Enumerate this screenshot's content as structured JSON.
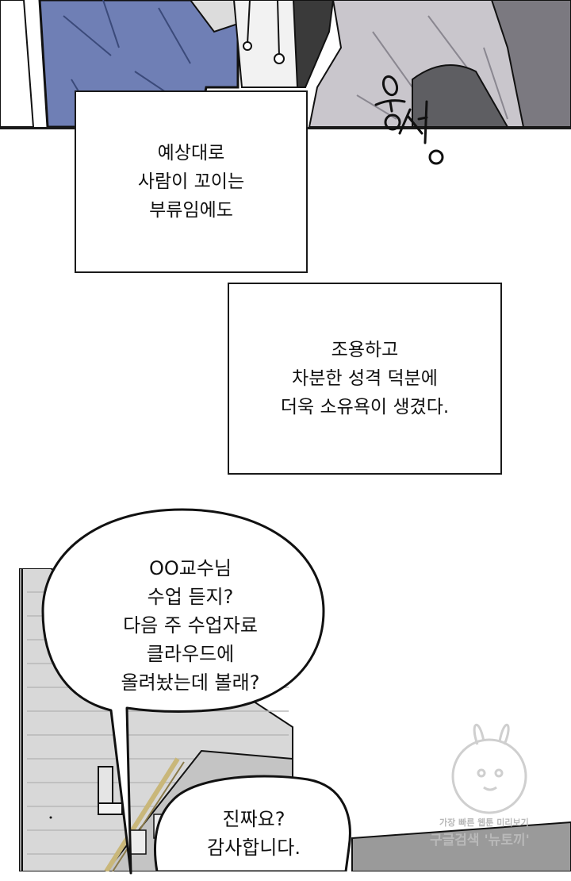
{
  "panel_top": {
    "sfx": "웅성"
  },
  "narration_1": {
    "lines": [
      "예상대로",
      "사람이 꼬이는",
      "부류임에도"
    ]
  },
  "narration_2": {
    "lines": [
      "조용하고",
      "차분한 성격 덕분에",
      "더욱 소유욕이 생겼다."
    ]
  },
  "bubble_1": {
    "lines": [
      "OO교수님",
      "수업 듣지?",
      "다음 주 수업자료",
      "클라우드에",
      "올려놨는데 볼래?"
    ]
  },
  "bubble_2": {
    "lines": [
      "진짜요?",
      "감사합니다."
    ]
  },
  "watermark": {
    "small": "가장 빠른 웹툰 미리보기",
    "large": "구글검색 '뉴토끼'"
  }
}
